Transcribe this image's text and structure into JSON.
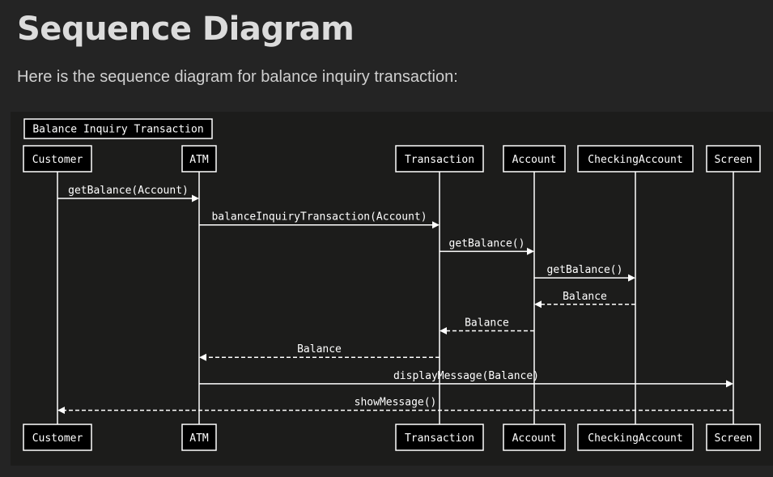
{
  "heading": "Sequence Diagram",
  "intro": "Here is the sequence diagram for balance inquiry transaction:",
  "diagram": {
    "frame_title": "Balance Inquiry Transaction",
    "participants": [
      {
        "id": "customer",
        "label": "Customer"
      },
      {
        "id": "atm",
        "label": "ATM"
      },
      {
        "id": "transaction",
        "label": "Transaction"
      },
      {
        "id": "account",
        "label": "Account"
      },
      {
        "id": "checking",
        "label": "CheckingAccount"
      },
      {
        "id": "screen",
        "label": "Screen"
      }
    ],
    "messages": [
      {
        "from": "customer",
        "to": "atm",
        "label": "getBalance(Account)",
        "style": "solid"
      },
      {
        "from": "atm",
        "to": "transaction",
        "label": "balanceInquiryTransaction(Account)",
        "style": "solid"
      },
      {
        "from": "transaction",
        "to": "account",
        "label": "getBalance()",
        "style": "solid"
      },
      {
        "from": "account",
        "to": "checking",
        "label": "getBalance()",
        "style": "solid"
      },
      {
        "from": "checking",
        "to": "account",
        "label": "Balance",
        "style": "dashed"
      },
      {
        "from": "account",
        "to": "transaction",
        "label": "Balance",
        "style": "dashed"
      },
      {
        "from": "transaction",
        "to": "atm",
        "label": "Balance",
        "style": "dashed"
      },
      {
        "from": "atm",
        "to": "screen",
        "label": "displayMessage(Balance)",
        "style": "solid"
      },
      {
        "from": "screen",
        "to": "customer",
        "label": "showMessage()",
        "style": "dashed"
      }
    ],
    "colors": {
      "background": "#1c1c1b",
      "line": "#ffffff",
      "box_fill": "#000000"
    }
  }
}
